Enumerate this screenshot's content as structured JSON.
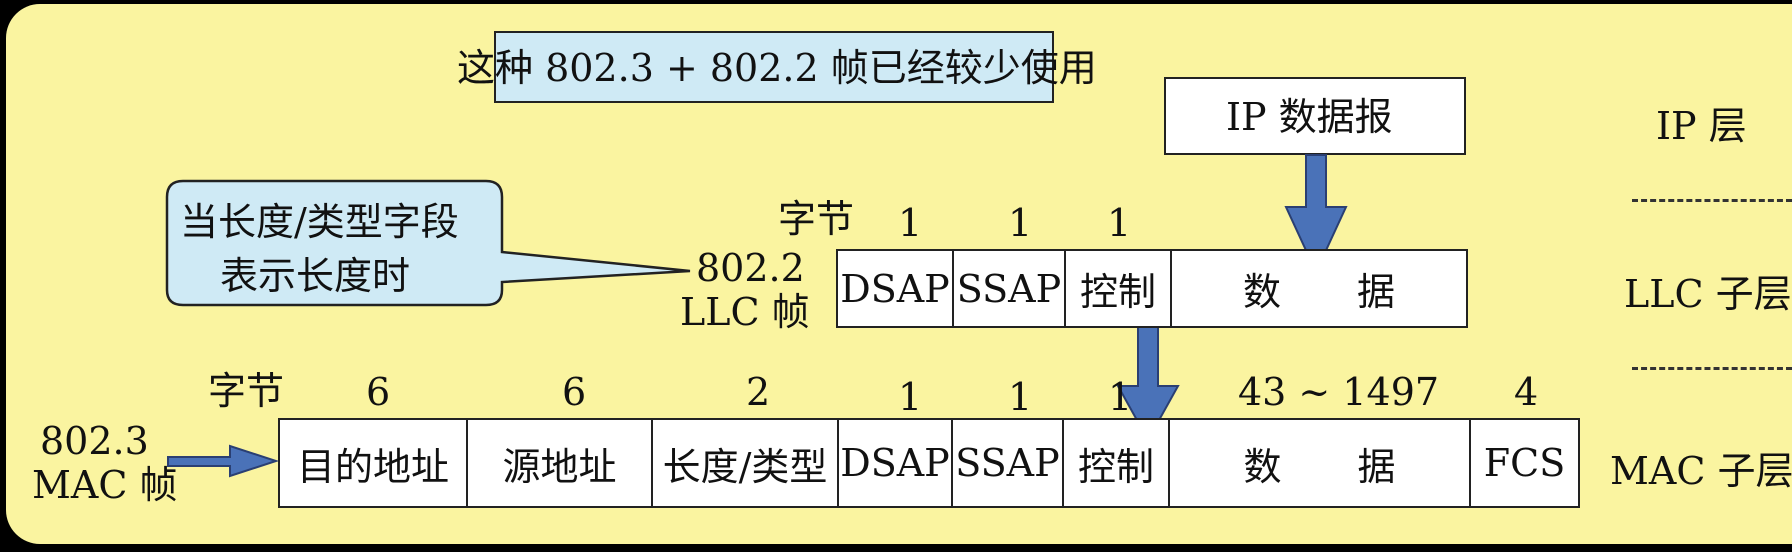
{
  "top_note": "这种 802.3 + 802.2 帧已经较少使用",
  "callout": {
    "line1": "当长度/类型字段",
    "line2": "表示长度时"
  },
  "ip_datagram": "IP 数据报",
  "layers": {
    "ip": "IP 层",
    "llc": "LLC 子层",
    "mac": "MAC 子层"
  },
  "llc_frame": {
    "label_line1": "802.2",
    "label_line2": "LLC 帧",
    "bytes_label": "字节",
    "byte_counts": [
      "1",
      "1",
      "1"
    ],
    "fields": [
      "DSAP",
      "SSAP",
      "控制",
      "数　　据"
    ]
  },
  "mac_frame": {
    "label_line1": "802.3",
    "label_line2": "MAC 帧",
    "bytes_label": "字节",
    "byte_counts": [
      "6",
      "6",
      "2",
      "1",
      "1",
      "1",
      "43 ~ 1497",
      "4"
    ],
    "fields": [
      "目的地址",
      "源地址",
      "长度/类型",
      "DSAP",
      "SSAP",
      "控制",
      "数　　据",
      "FCS"
    ]
  },
  "colors": {
    "background": "#faf4a0",
    "note_fill": "#cfeaf5",
    "callout_fill": "#cfeaf5",
    "arrow_fill": "#4a72b8"
  }
}
